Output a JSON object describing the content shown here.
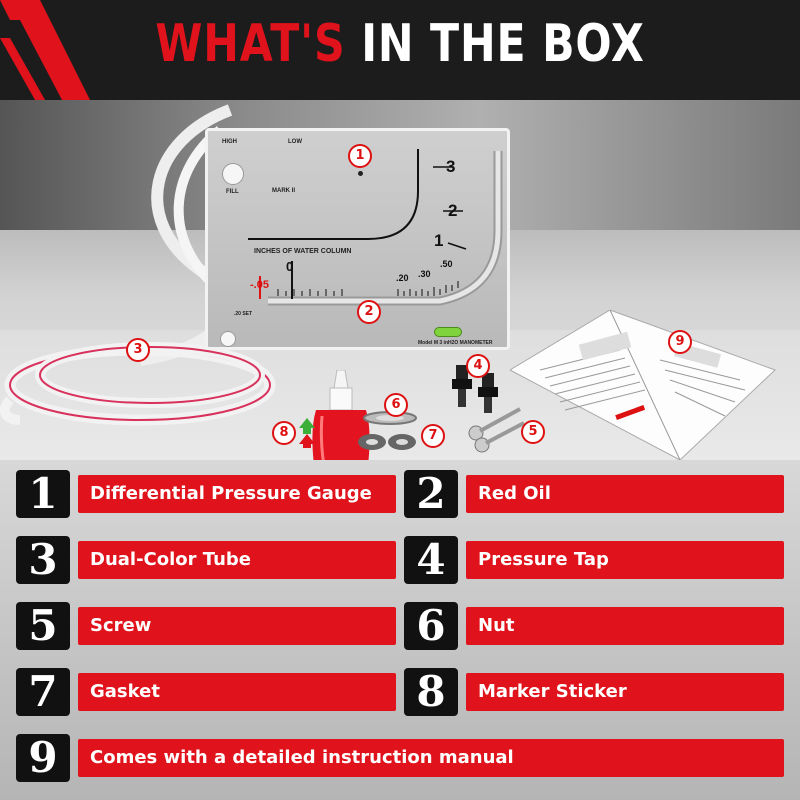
{
  "header": {
    "title_red": "WHAT'S",
    "title_white": "IN THE BOX"
  },
  "gauge": {
    "high": "HIGH",
    "low": "LOW",
    "fill": "FILL",
    "mark": "MARK II",
    "scale_title": "INCHES OF WATER COLUMN",
    "model": "Model M 3 inH2O MANOMETER",
    "zero_set": ".20 SET",
    "neg": "-.05",
    "n0": "0",
    "n1": "1",
    "n2": "2",
    "n3": "3",
    "d20": ".20",
    "d30": ".30",
    "d50": ".50"
  },
  "markers": [
    "1",
    "2",
    "3",
    "4",
    "5",
    "6",
    "7",
    "8",
    "9"
  ],
  "items": [
    {
      "num": "1",
      "label": "Differential Pressure Gauge"
    },
    {
      "num": "2",
      "label": "Red Oil"
    },
    {
      "num": "3",
      "label": "Dual-Color Tube"
    },
    {
      "num": "4",
      "label": "Pressure Tap"
    },
    {
      "num": "5",
      "label": "Screw"
    },
    {
      "num": "6",
      "label": "Nut"
    },
    {
      "num": "7",
      "label": "Gasket"
    },
    {
      "num": "8",
      "label": "Marker Sticker"
    },
    {
      "num": "9",
      "label": "Comes with a detailed instruction manual"
    }
  ],
  "colors": {
    "accent_red": "#e0121b",
    "dark": "#1c1c1c",
    "number_box": "#111111"
  }
}
